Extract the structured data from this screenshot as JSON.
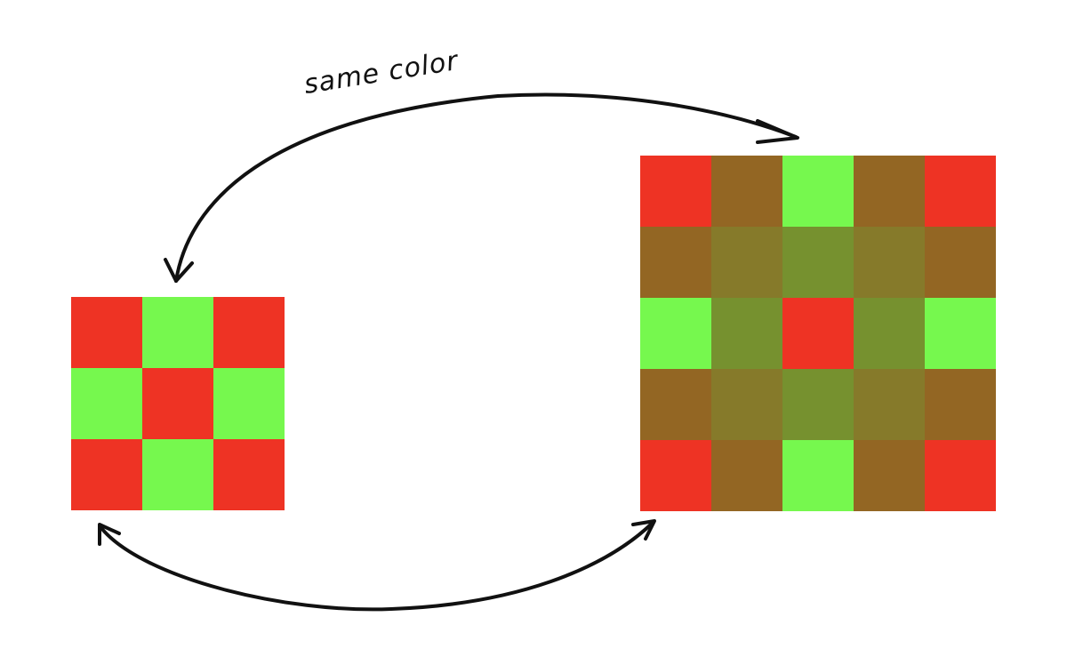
{
  "annotation": {
    "label": "same color"
  },
  "colors": {
    "red": "#ee3324",
    "green": "#76f84e",
    "brown": "#936623",
    "olive_brown": "#867a2a",
    "olive_green": "#76912f",
    "arrow": "#111111"
  },
  "small_grid": {
    "rows": [
      [
        "red",
        "green",
        "red"
      ],
      [
        "green",
        "red",
        "green"
      ],
      [
        "red",
        "green",
        "red"
      ]
    ]
  },
  "large_grid": {
    "rows": [
      [
        "red",
        "brown",
        "green",
        "brown",
        "red"
      ],
      [
        "brown",
        "olive_brown",
        "olive_green",
        "olive_brown",
        "brown"
      ],
      [
        "green",
        "olive_green",
        "red",
        "olive_green",
        "green"
      ],
      [
        "brown",
        "olive_brown",
        "olive_green",
        "olive_brown",
        "brown"
      ],
      [
        "red",
        "brown",
        "green",
        "brown",
        "red"
      ]
    ]
  }
}
